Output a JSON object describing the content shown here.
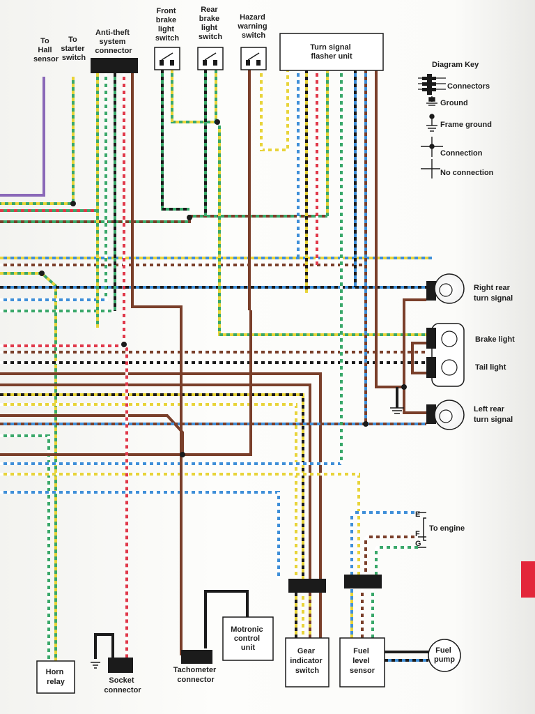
{
  "labels": {
    "hall": [
      "To",
      "Hall",
      "sensor"
    ],
    "starter": [
      "To",
      "starter",
      "switch"
    ],
    "antitheft": [
      "Anti-theft",
      "system",
      "connector"
    ],
    "front_brake": [
      "Front",
      "brake",
      "light",
      "switch"
    ],
    "rear_brake": [
      "Rear",
      "brake",
      "light",
      "switch"
    ],
    "hazard": [
      "Hazard",
      "warning",
      "switch"
    ],
    "flasher": [
      "Turn signal",
      "flasher unit"
    ],
    "right_rear": [
      "Right rear",
      "turn signal"
    ],
    "brake_light": "Brake light",
    "tail_light": "Tail light",
    "left_rear": [
      "Left rear",
      "turn signal"
    ],
    "to_engine": "To engine",
    "E": "E",
    "F": "F",
    "G": "G",
    "horn": [
      "Horn",
      "relay"
    ],
    "socket": [
      "Socket",
      "connector"
    ],
    "tacho": [
      "Tachometer",
      "connector"
    ],
    "motronic": [
      "Motronic",
      "control",
      "unit"
    ],
    "gear": [
      "Gear",
      "indicator",
      "switch"
    ],
    "fuel_level": [
      "Fuel",
      "level",
      "sensor"
    ],
    "fuel_pump": [
      "Fuel",
      "pump"
    ]
  },
  "key": {
    "title": "Diagram Key",
    "connectors": "Connectors",
    "ground": "Ground",
    "frame_ground": "Frame ground",
    "connection": "Connection",
    "no_connection": "No connection"
  },
  "colors": {
    "yellow": "#e8d43a",
    "green": "#3aa86a",
    "blue": "#3f8fd8",
    "red": "#e0394a",
    "brown": "#7a3f2a",
    "purple": "#8a68b8",
    "black": "#1b1b1b",
    "white": "#ffffff",
    "page_tab": "#e3263a"
  }
}
